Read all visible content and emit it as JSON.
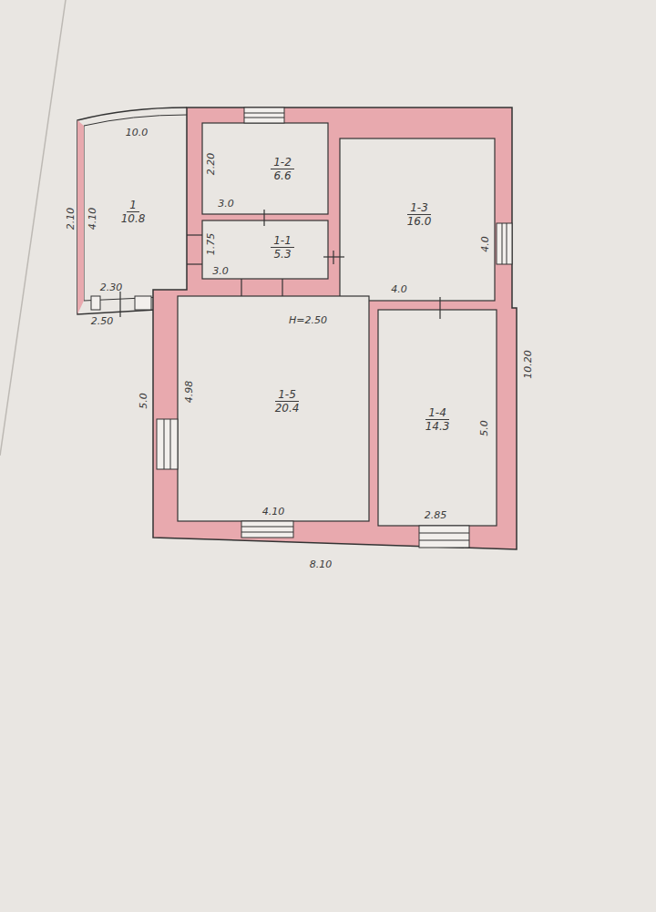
{
  "diagram": {
    "nodes": [
      {
        "text": [
          "1",
          "10.8"
        ]
      },
      {
        "text": [
          "1-2",
          "6.6"
        ]
      },
      {
        "text": [
          "1-3",
          "16.0"
        ]
      },
      {
        "text": [
          "1-1",
          "5.3"
        ]
      },
      {
        "text": [
          "1-5",
          "20.4"
        ]
      },
      {
        "text": [
          "1-4",
          "14.3"
        ]
      }
    ],
    "labels": [
      "10.0",
      "2.10",
      "4.10",
      "2.30",
      "2.50",
      "2.20",
      "3.0",
      "1.75",
      "3.0",
      "4.0",
      "4.0",
      "H=2.50",
      "4.98",
      "5.0",
      "4.10",
      "5.0",
      "2.85",
      "10.20",
      "8.10"
    ]
  }
}
